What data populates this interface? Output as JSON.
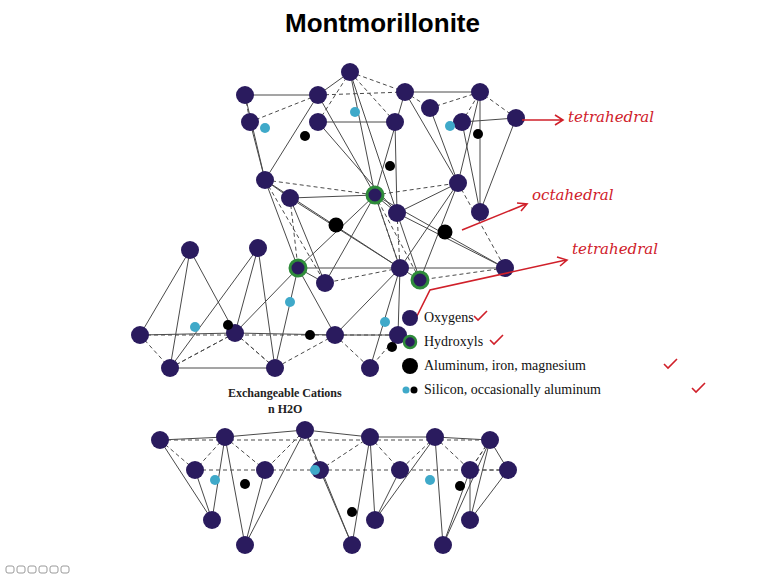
{
  "diagram": {
    "title": "Montmorillonite",
    "labels": [
      "tetrahedral",
      "octahedral",
      "tetrahedral",
      "Exchangeable Cations",
      "n H2O"
    ],
    "legend": [
      {
        "text": "Oxygens",
        "color": "#2a1b5e"
      },
      {
        "text": "Hydroxyls"
      },
      {
        "text": "Aluminum, iron, magnesium",
        "color": "#000000"
      },
      {
        "text": "Silicon, occasionally aluminum"
      }
    ]
  }
}
